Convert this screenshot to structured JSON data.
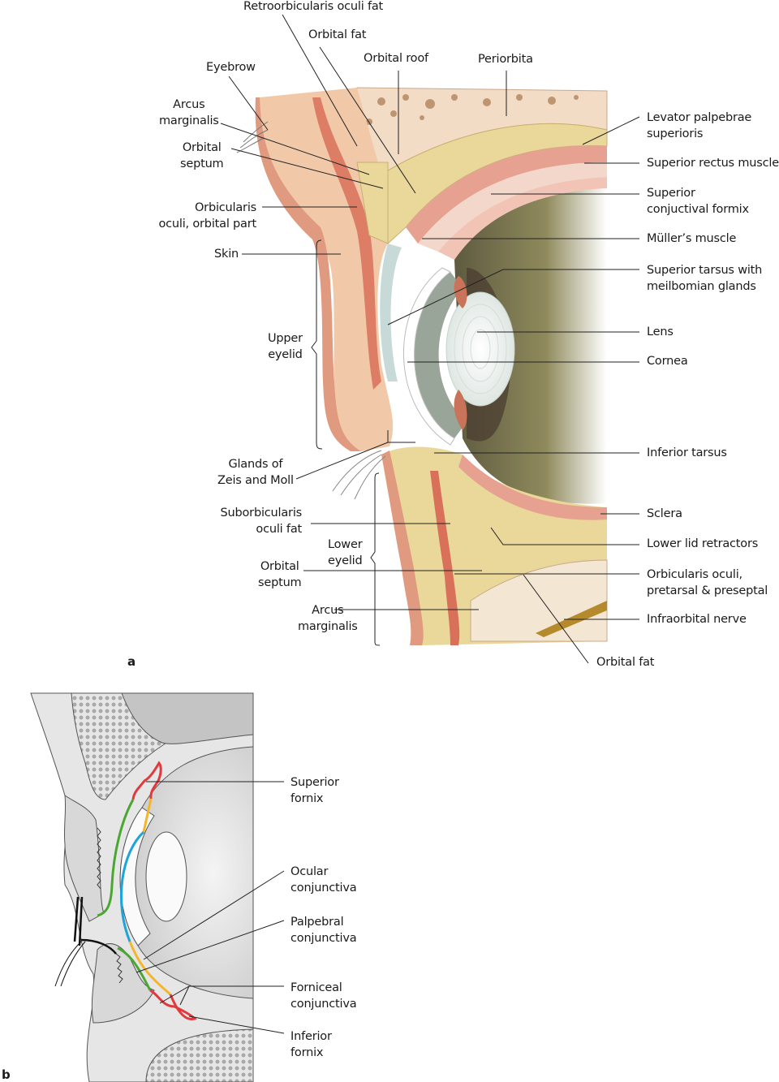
{
  "figure": {
    "panel_a": {
      "letter": "a",
      "labels": {
        "retroorbicularis_fat": "Retroorbicularis oculi fat",
        "orbital_fat_top": "Orbital fat",
        "orbital_roof": "Orbital roof",
        "periorbita": "Periorbita",
        "eyebrow": "Eyebrow",
        "arcus_marginalis_upper": "Arcus\nmarginalis",
        "orbital_septum_upper": "Orbital\nseptum",
        "orbicularis_orbital": "Orbicularis\noculi, orbital part",
        "skin": "Skin",
        "upper_eyelid": "Upper\neyelid",
        "glands_zeis_moll": "Glands of\nZeis and Moll",
        "suborbicularis_fat": "Suborbicularis\noculi fat",
        "lower_eyelid": "Lower\neyelid",
        "orbital_septum_lower": "Orbital\nseptum",
        "arcus_marginalis_lower": "Arcus\nmarginalis",
        "levator": "Levator palpebrae\nsuperioris",
        "superior_rectus": "Superior rectus muscle",
        "superior_fornix": "Superior\nconjuctival formix",
        "muller": "Müller’s muscle",
        "superior_tarsus": "Superior tarsus with\nmeilbomian glands",
        "lens": "Lens",
        "cornea": "Cornea",
        "inferior_tarsus": "Inferior tarsus",
        "sclera": "Sclera",
        "lower_lid_retractors": "Lower lid retractors",
        "orbicularis_pretarsal": "Orbicularis oculi,\npretarsal & preseptal",
        "infraorbital_nerve": "Infraorbital nerve",
        "orbital_fat_bottom": "Orbital fat"
      }
    },
    "panel_b": {
      "letter": "b",
      "labels": {
        "superior_fornix": "Superior\nfornix",
        "ocular_conjunctiva": "Ocular\nconjunctiva",
        "palpebral_conjunctiva": "Palpebral\nconjunctiva",
        "forniceal_conjunctiva": "Forniceal\nconjunctiva",
        "inferior_fornix": "Inferior\nfornix"
      },
      "colors": {
        "fornix": "#e03a3e",
        "palpebral": "#4aa832",
        "ocular_bulbar": "#f5b52a",
        "corneal": "#1ca4dc"
      }
    }
  }
}
